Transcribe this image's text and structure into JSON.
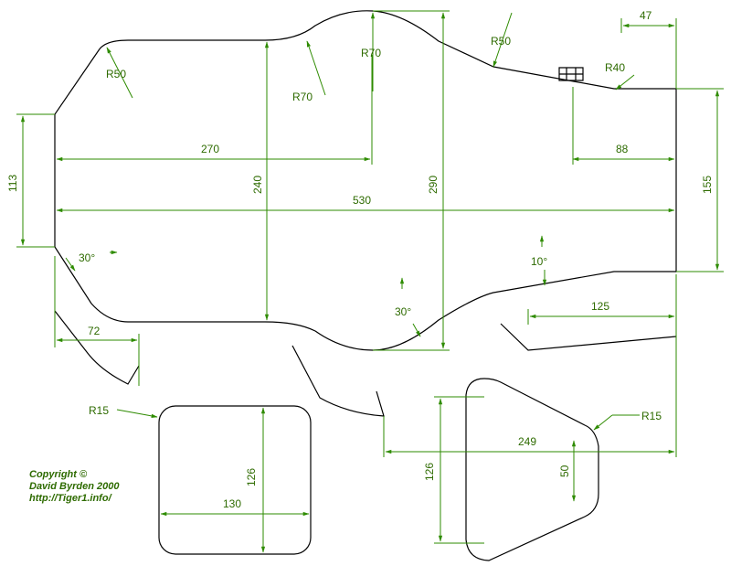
{
  "colors": {
    "outline": "#000000",
    "dimension": "#2e8b00",
    "text": "#2e6b00"
  },
  "dimensions": {
    "r50_left": "R50",
    "r70_lower": "R70",
    "r70_upper": "R70",
    "r50_right": "R50",
    "r40": "R40",
    "d47": "47",
    "d270": "270",
    "d240": "240",
    "d290": "290",
    "d88": "88",
    "d113": "113",
    "d530": "530",
    "d155": "155",
    "a30_left": "30°",
    "a10": "10°",
    "a30_bottom": "30°",
    "d72": "72",
    "d125": "125",
    "r15_left": "R15",
    "d126_left": "126",
    "d130": "130",
    "d249": "249",
    "r15_right": "R15",
    "d126_right": "126",
    "d50": "50"
  },
  "credit": {
    "line1": "Copyright ©",
    "line2": "David Byrden 2000",
    "line3": "http://Tiger1.info/"
  }
}
